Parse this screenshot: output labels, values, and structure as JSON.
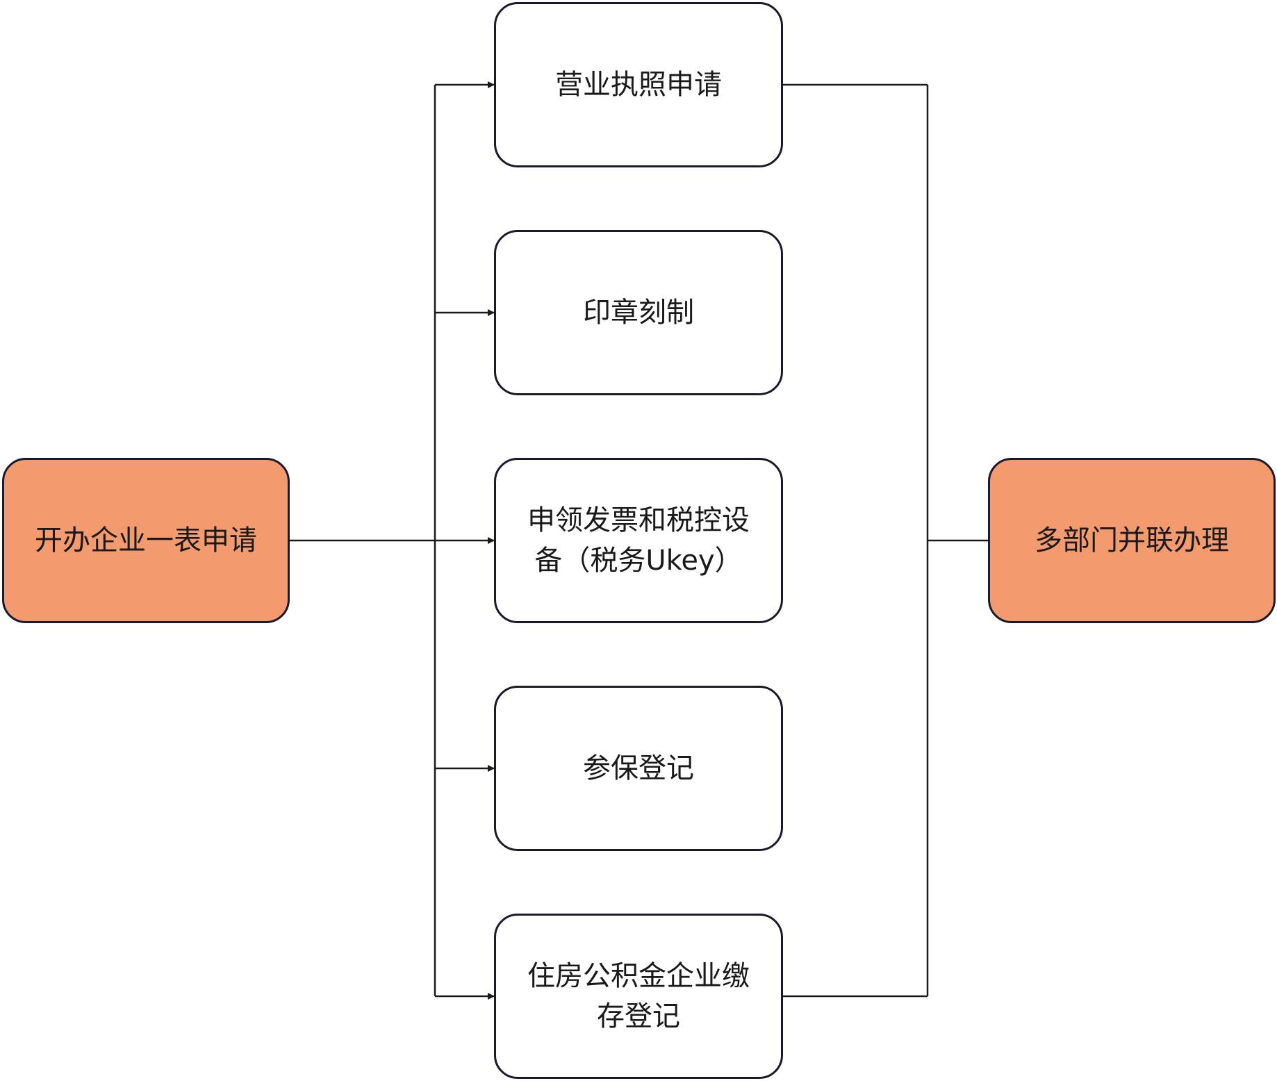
{
  "diagram": {
    "colors": {
      "accent_fill": "#f39a6e",
      "box_fill": "#ffffff",
      "stroke": "#1a1a2e",
      "connector": "#1a1a1a"
    },
    "start": {
      "label": "开办企业一表申请"
    },
    "end": {
      "label": "多部门并联办理"
    },
    "steps": [
      {
        "label": "营业执照申请"
      },
      {
        "label": "印章刻制"
      },
      {
        "label": "申领发票和税控设备（税务Ukey）"
      },
      {
        "label": "参保登记"
      },
      {
        "label": "住房公积金企业缴存登记"
      }
    ]
  }
}
